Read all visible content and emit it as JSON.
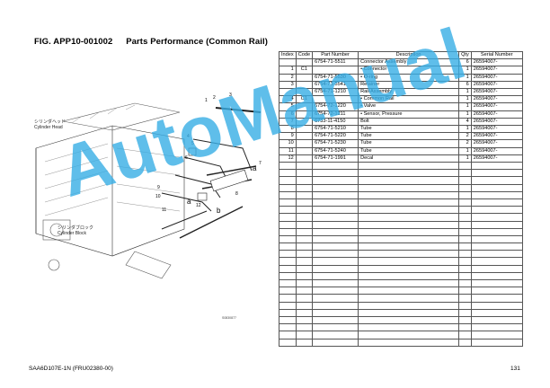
{
  "header": {
    "figure": "FIG. APP10-001002",
    "title": "Parts Performance (Common Rail)"
  },
  "diagram": {
    "label_head_jp": "シリンダヘッド",
    "label_head_en": "Cylinder Head",
    "label_block_jp": "シリンダブロック",
    "label_block_en": "Cylinder Block",
    "callouts": [
      "1",
      "2",
      "3",
      "4",
      "5",
      "6",
      "7",
      "8",
      "9",
      "10",
      "11",
      "12"
    ],
    "refs": [
      "a",
      "b",
      "a"
    ],
    "figure_id": "S0830877"
  },
  "table": {
    "columns": [
      "Index",
      "Code",
      "Part Number",
      "Description",
      "Qty",
      "Serial Number"
    ],
    "rows": [
      {
        "index": "",
        "code": "",
        "part": "6754-71-5511",
        "desc": "Connector Assembly",
        "qty": "6",
        "serial": "26594007-"
      },
      {
        "index": "1",
        "code": "C1",
        "part": "",
        "desc": "• Connector",
        "qty": "1",
        "serial": "26594007-"
      },
      {
        "index": "2",
        "code": "",
        "part": "6754-71-5530",
        "desc": "• O-ring",
        "qty": "1",
        "serial": "26594007-"
      },
      {
        "index": "3",
        "code": "",
        "part": "6754-71-5541",
        "desc": "Retainer",
        "qty": "6",
        "serial": "26594007-"
      },
      {
        "index": "",
        "code": "",
        "part": "6754-71-1210",
        "desc": "Rail Assembly",
        "qty": "1",
        "serial": "26594007-"
      },
      {
        "index": "4",
        "code": "C1",
        "part": "",
        "desc": "• Common Rail",
        "qty": "1",
        "serial": "26594007-"
      },
      {
        "index": "5",
        "code": "",
        "part": "6754-72-1220",
        "desc": "• Valve",
        "qty": "1",
        "serial": "26594007-"
      },
      {
        "index": "6",
        "code": "",
        "part": "6754-72-1211",
        "desc": "• Sensor, Pressure",
        "qty": "1",
        "serial": "26594007-"
      },
      {
        "index": "7",
        "code": "",
        "part": "6733-11-4150",
        "desc": "Bolt",
        "qty": "4",
        "serial": "26594007-"
      },
      {
        "index": "8",
        "code": "",
        "part": "6754-71-5210",
        "desc": "Tube",
        "qty": "1",
        "serial": "26594007-"
      },
      {
        "index": "9",
        "code": "",
        "part": "6754-71-5220",
        "desc": "Tube",
        "qty": "2",
        "serial": "26594007-"
      },
      {
        "index": "10",
        "code": "",
        "part": "6754-71-5230",
        "desc": "Tube",
        "qty": "2",
        "serial": "26594007-"
      },
      {
        "index": "11",
        "code": "",
        "part": "6754-71-5240",
        "desc": "Tube",
        "qty": "1",
        "serial": "26594007-"
      },
      {
        "index": "12",
        "code": "",
        "part": "6754-71-1991",
        "desc": "Decal",
        "qty": "1",
        "serial": "26594007-"
      }
    ]
  },
  "watermark": "AutoManual",
  "footer": {
    "model": "SAA6D107E-1N (FRU02380-00)",
    "page": "131"
  }
}
